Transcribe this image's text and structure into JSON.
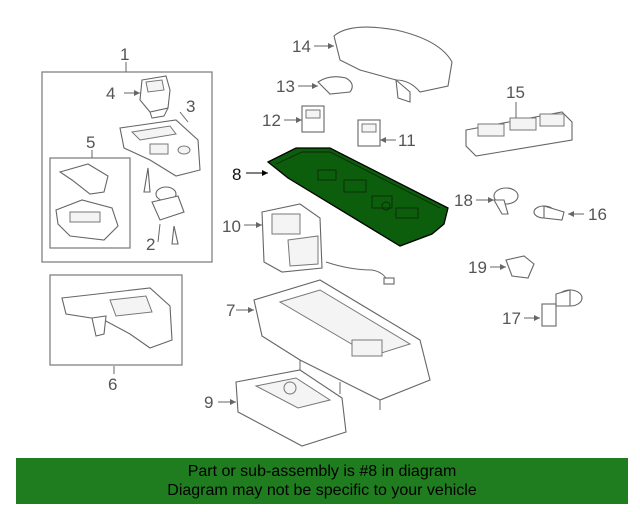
{
  "callouts": {
    "c1": "1",
    "c2": "2",
    "c3": "3",
    "c4": "4",
    "c5": "5",
    "c6": "6",
    "c7": "7",
    "c8": "8",
    "c9": "9",
    "c10": "10",
    "c11": "11",
    "c12": "12",
    "c13": "13",
    "c14": "14",
    "c15": "15",
    "c16": "16",
    "c17": "17",
    "c18": "18",
    "c19": "19"
  },
  "highlight": {
    "part_number": "8",
    "color": "#0c5e0c"
  },
  "banner": {
    "line1": "Part or sub-assembly is #8 in diagram",
    "line2": "Diagram may not be specific to your vehicle",
    "background": "#1f7d1f"
  }
}
